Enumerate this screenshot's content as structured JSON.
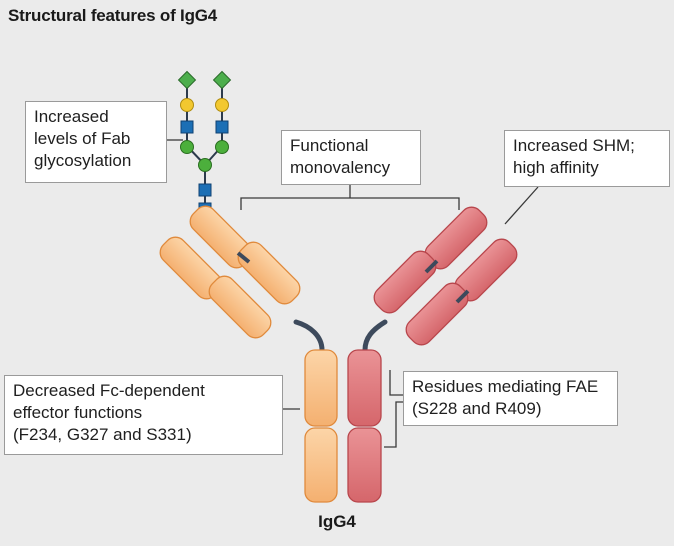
{
  "title": "Structural features of IgG4",
  "callouts": {
    "fab_glycosylation": [
      "Increased",
      "levels of Fab",
      "glycosylation"
    ],
    "functional_monovalency": [
      "Functional",
      "monovalency"
    ],
    "increased_shm": [
      "Increased SHM;",
      "high affinity"
    ],
    "decreased_fc": [
      "Decreased Fc-dependent",
      "effector functions",
      "(F234, G327 and S331)"
    ],
    "residues_fae": [
      "Residues mediating FAE",
      "(S228 and R409)"
    ]
  },
  "molecule_label": "IgG4",
  "colors": {
    "background": "#ebebeb",
    "orange_fill": "#f9c48f",
    "orange_stroke": "#e08a3c",
    "red_fill": "#e07a7e",
    "red_stroke": "#b8464c",
    "hinge": "#3d4a5c",
    "glycan_green_diamond": "#4cae4c",
    "glycan_yellow": "#f2c830",
    "glycan_blue": "#1c6fb5",
    "glycan_green_circle": "#4caf3c"
  }
}
